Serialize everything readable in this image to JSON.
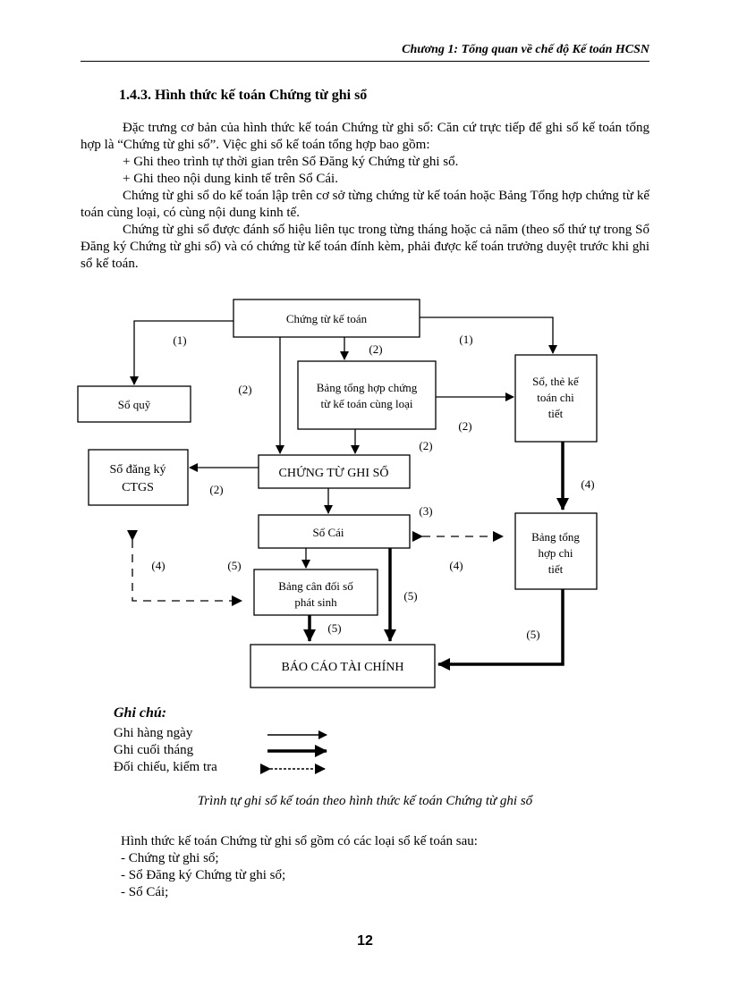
{
  "header": {
    "text": "Chương 1: Tổng quan về chế độ Kế toán HCSN"
  },
  "section": {
    "title": "1.4.3. Hình thức kế toán Chứng từ ghi sổ"
  },
  "paragraphs": [
    "Đặc trưng cơ bản của hình thức kế toán Chứng từ ghi sổ: Căn cứ trực tiếp để ghi sổ kế toán tổng hợp là “Chứng từ ghi sổ”. Việc ghi sổ kế toán tổng hợp bao gồm:",
    "+ Ghi theo trình tự thời gian trên Sổ Đăng ký Chứng từ ghi sổ.",
    "+ Ghi theo nội dung kinh tế trên Sổ Cái.",
    "Chứng từ ghi sổ do kế toán lập trên cơ sở từng chứng từ kế toán hoặc Bảng Tổng hợp chứng từ kế toán cùng loại, có cùng nội dung kinh tế.",
    "Chứng từ ghi sổ được đánh số hiệu liên tục trong từng tháng hoặc cả năm (theo số thứ tự trong Sổ Đăng ký Chứng từ ghi sổ) và có chứng từ kế toán đính kèm, phải được kế toán trưởng duyệt trước khi ghi sổ kế toán."
  ],
  "diagram": {
    "boxes": {
      "chung_tu_ke_toan": "Chứng từ kế toán",
      "so_quy": "Sổ quỹ",
      "bang_tong_hop_chung_tu": [
        "Bảng tổng hợp chứng",
        "từ kế toán cùng loại"
      ],
      "so_the_ke_toan_chi_tiet": [
        "Sổ, thẻ kế",
        "toán chi",
        "tiết"
      ],
      "so_dang_ky_ctgs": [
        "Sổ đăng ký",
        "CTGS"
      ],
      "chung_tu_ghi_so": "CHỨNG TỪ GHI SỔ",
      "so_cai": "Sổ Cái",
      "bang_tong_hop_chi_tiet": [
        "Bảng tổng",
        "hợp chi",
        "tiết"
      ],
      "bang_can_doi_so_phat_sinh": [
        "Bảng cân đối số",
        "phát sinh"
      ],
      "bao_cao_tai_chinh": "BÁO CÁO TÀI CHÍNH"
    },
    "step_labels": {
      "s1": "(1)",
      "s2": "(2)",
      "s3": "(3)",
      "s4": "(4)",
      "s5": "(5)"
    }
  },
  "legend": {
    "title": "Ghi chú:",
    "items": [
      "Ghi hàng ngày",
      "Ghi cuối tháng",
      "Đối chiếu, kiểm tra"
    ]
  },
  "caption": "Trình tự ghi sổ kế toán theo hình thức kế toán Chứng từ ghi sổ",
  "list": {
    "intro": "Hình thức kế toán Chứng từ ghi sổ gồm có các loại sổ kế toán sau:",
    "items": [
      "- Chứng từ ghi sổ;",
      "- Sổ Đăng ký Chứng từ ghi sổ;",
      "- Sổ Cái;"
    ]
  },
  "page_number": "12"
}
